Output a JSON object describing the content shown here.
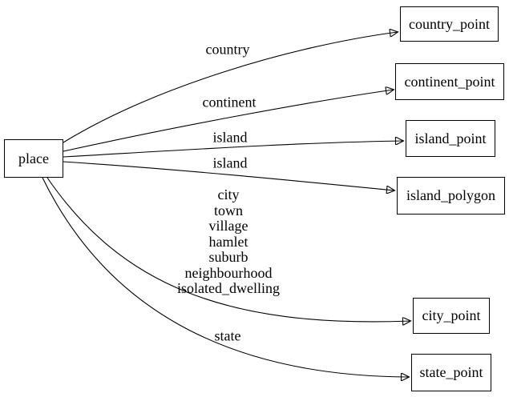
{
  "diagram": {
    "type": "graphviz-directed-graph",
    "orientation": "left-to-right",
    "background_color": "#ffffff",
    "stroke_color": "#000000",
    "text_color": "#000000"
  },
  "nodes": [
    {
      "id": "place",
      "label": "place"
    },
    {
      "id": "country_point",
      "label": "country_point"
    },
    {
      "id": "continent_point",
      "label": "continent_point"
    },
    {
      "id": "island_point",
      "label": "island_point"
    },
    {
      "id": "island_polygon",
      "label": "island_polygon"
    },
    {
      "id": "city_point",
      "label": "city_point"
    },
    {
      "id": "state_point",
      "label": "state_point"
    }
  ],
  "edges": [
    {
      "from": "place",
      "to": "country_point",
      "label": "country"
    },
    {
      "from": "place",
      "to": "continent_point",
      "label": "continent"
    },
    {
      "from": "place",
      "to": "island_point",
      "label": "island"
    },
    {
      "from": "place",
      "to": "island_polygon",
      "label": "island"
    },
    {
      "from": "place",
      "to": "city_point",
      "label_lines": [
        "city",
        "town",
        "village",
        "hamlet",
        "suburb",
        "neighbourhood",
        "isolated_dwelling"
      ]
    },
    {
      "from": "place",
      "to": "state_point",
      "label": "state"
    }
  ]
}
